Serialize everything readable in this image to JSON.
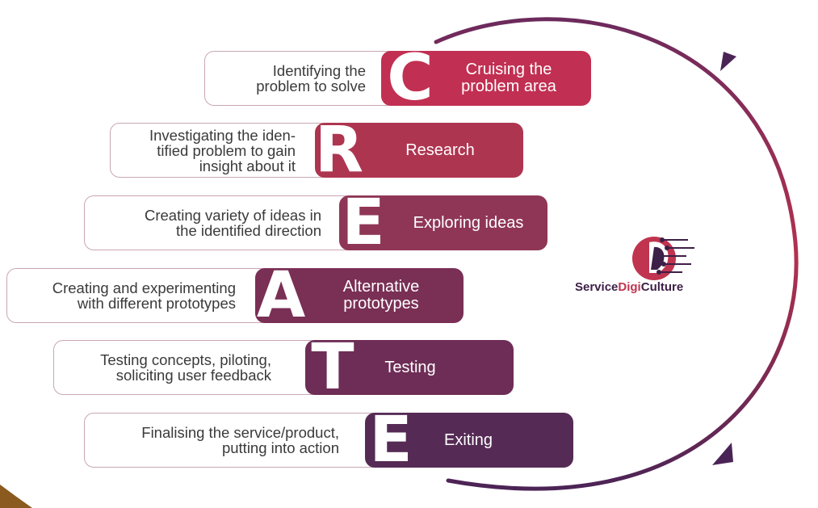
{
  "colors": {
    "arc_top": "#7a2a5a",
    "arc_bottom": "#4b2456",
    "stage_C": "#c12f52",
    "stage_R": "#ae3550",
    "stage_E1": "#8f3656",
    "stage_A": "#7a2f55",
    "stage_T": "#6e2d56",
    "stage_E2": "#552b55",
    "logo_dark": "#3d1f47",
    "logo_accent": "#c0344f"
  },
  "logo": {
    "brand_part1": "Service",
    "brand_part2": "Digi",
    "brand_part3": "Culture"
  },
  "steps": [
    {
      "letter": "C",
      "stage": "Cruising the\nproblem area",
      "description": "Identifying the\nproblem to solve"
    },
    {
      "letter": "R",
      "stage": "Research",
      "description": "Investigating the iden-\ntified problem to gain\ninsight about it"
    },
    {
      "letter": "E",
      "stage": "Exploring ideas",
      "description": "Creating variety of ideas in\nthe identified direction"
    },
    {
      "letter": "A",
      "stage": "Alternative\nprototypes",
      "description": "Creating and experimenting\nwith different prototypes"
    },
    {
      "letter": "T",
      "stage": "Testing",
      "description": "Testing concepts, piloting,\nsoliciting user feedback"
    },
    {
      "letter": "E",
      "stage": "Exiting",
      "description": "Finalising the service/product,\nputting into action"
    }
  ]
}
